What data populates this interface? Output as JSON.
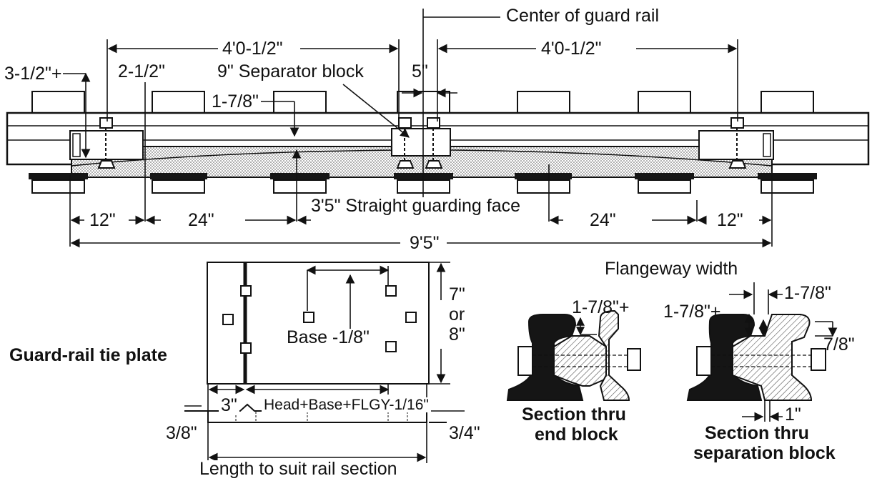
{
  "colors": {
    "ink": "#111111",
    "hatch": "#777777",
    "fill_dark": "#151515",
    "tie_fill": "#ffffff"
  },
  "plan_view": {
    "center_label": "Center of guard rail",
    "dim_top_left": "4'0-1/2\"",
    "dim_top_right": "4'0-1/2\"",
    "dim_end_height": "3-1/2\"+",
    "dim_2_half": "2-1/2\"",
    "separator_block": "9\" Separator block",
    "dim_5": "5\"",
    "dim_1_7_8": "1-7/8\"",
    "straight_face": "3'5\" Straight guarding face",
    "dim_12_left": "12\"",
    "dim_24_left": "24\"",
    "dim_24_right": "24\"",
    "dim_12_right": "12\"",
    "dim_total": "9'5\""
  },
  "tie_plate": {
    "title": "Guard-rail tie plate",
    "base_label": "Base -1/8\"",
    "width_7": "7\"",
    "width_or": "or",
    "width_8": "8\"",
    "dim_3": "3\"",
    "head_base": "Head+Base+FLGY-1/16\"",
    "thick_3_8": "3/8\"",
    "thick_3_4": "3/4\"",
    "length_label": "Length to suit rail section"
  },
  "sections": {
    "flangeway": "Flangeway width",
    "end_block_dim": "1-7/8\"+",
    "end_block_title_1": "Section thru",
    "end_block_title_2": "end block",
    "sep_dim_left": "1-7/8\"+",
    "sep_dim_right": "1-7/8\"",
    "sep_7_8": "7/8\"",
    "sep_1": "1\"",
    "sep_title_1": "Section thru",
    "sep_title_2": "separation block"
  }
}
